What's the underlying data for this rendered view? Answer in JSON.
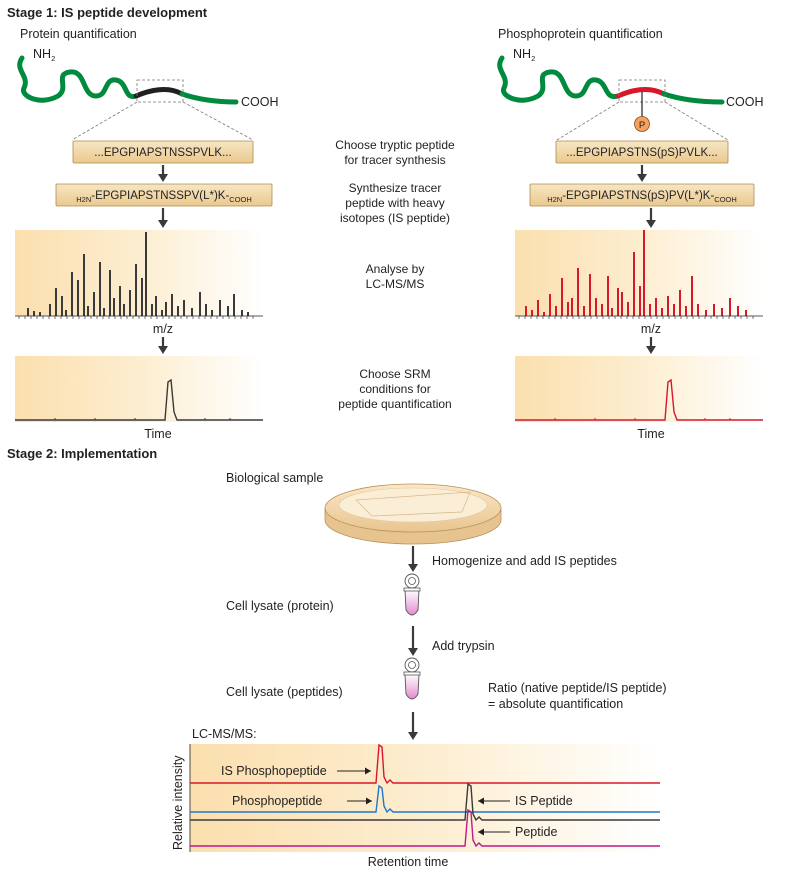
{
  "stage1": {
    "title": "Stage 1: IS peptide development",
    "left_title": "Protein quantification",
    "right_title": "Phosphoprotein quantification",
    "nh2_label": "NH",
    "nh2_sub": "2",
    "cooh_label": "COOH",
    "p_label": "P",
    "left_seq": "...EPGPIAPSTNSSPVLK...",
    "right_seq": "...EPGPIAPSTNS(pS)PVLK...",
    "left_tracer": {
      "pre_main": "H",
      "pre_sub": "2",
      "pre_main2": "N",
      "main": "-EPGPIAPSTNSSPV(L*)K-",
      "post_sub": "COOH"
    },
    "right_tracer": {
      "pre_main": "H",
      "pre_sub": "2",
      "pre_main2": "N",
      "main": "-EPGPIAPSTNS(pS)PV(L*)K-",
      "post_sub": "COOH"
    },
    "steps": [
      [
        "Choose tryptic peptide",
        "for tracer synthesis"
      ],
      [
        "Synthesize tracer",
        "peptide with heavy",
        "isotopes (IS peptide)"
      ],
      [
        "Analyse by",
        "LC-MS/MS"
      ],
      [
        "Choose SRM",
        "conditions for",
        "peptide quantification"
      ]
    ],
    "mz_label": "m/z",
    "time_label": "Time"
  },
  "stage2": {
    "title": "Stage 2: Implementation",
    "bio_sample": "Biological sample",
    "homogenize": "Homogenize and add IS peptides",
    "lysate_protein": "Cell lysate (protein)",
    "add_trypsin": "Add trypsin",
    "lysate_peptides": "Cell lysate (peptides)",
    "ratio": [
      "Ratio (native peptide/IS peptide)",
      "= absolute quantification"
    ],
    "lcms": "LC-MS/MS:",
    "ylabel": "Relative intensity",
    "xlabel": "Retention time",
    "traces": [
      "IS Phosphopeptide",
      "Phosphopeptide",
      "IS Peptide",
      "Peptide"
    ]
  },
  "colors": {
    "protein_green": "#008a3e",
    "peptide_black": "#231f20",
    "phospho_red": "#d7182a",
    "blue": "#1f78c8",
    "magenta": "#c0178a",
    "panel_bg": "#fbe2b8",
    "seq_box": "#f1d6a3",
    "phos_circle": "#f6a25c"
  }
}
